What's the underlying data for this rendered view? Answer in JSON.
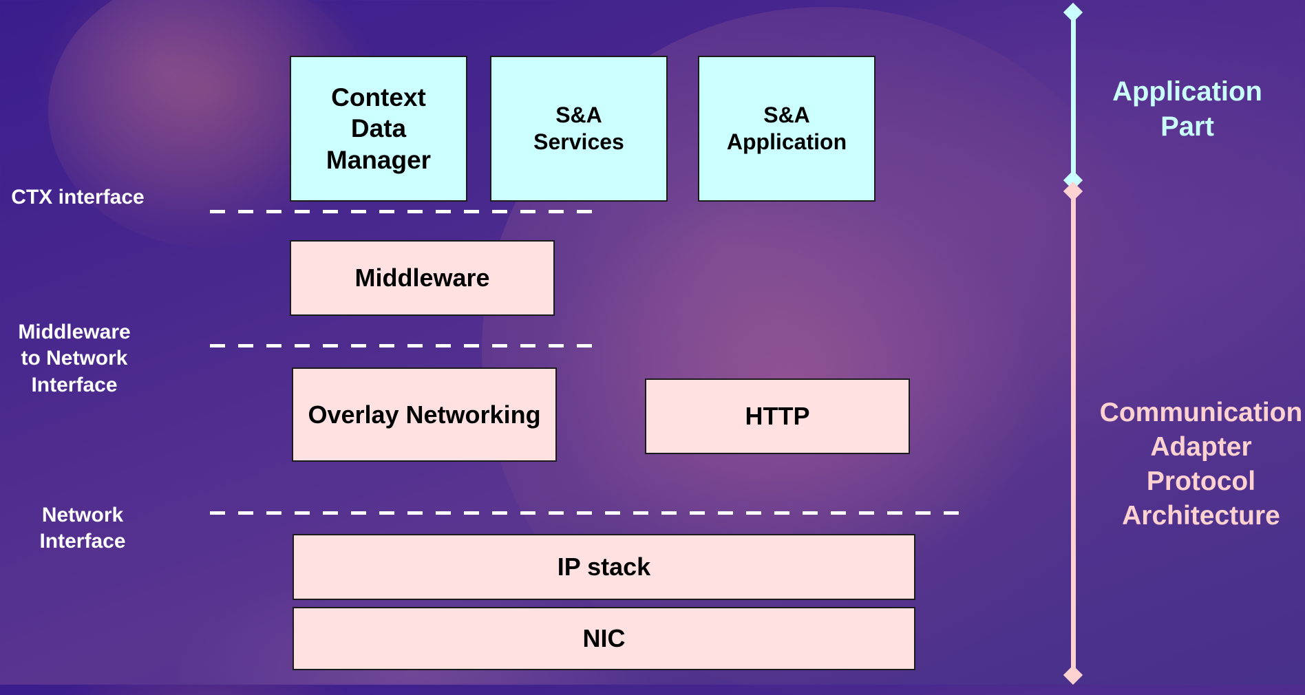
{
  "boxes": {
    "context_data_manager": "Context\nData\nManager",
    "sa_services": "S&A\nServices",
    "sa_application": "S&A\nApplication",
    "middleware": "Middleware",
    "overlay_networking": "Overlay Networking",
    "http": "HTTP",
    "ip_stack": "IP stack",
    "nic": "NIC"
  },
  "interfaces": {
    "ctx": "CTX interface",
    "middleware_to_network": "Middleware\nto Network\nInterface",
    "network": "Network\nInterface"
  },
  "parts": {
    "application": "Application\nPart",
    "communication": "Communication\nAdapter\nProtocol\nArchitecture"
  },
  "colors": {
    "application_layer": "#ccffff",
    "communication_layer": "#ffe1e1",
    "application_label": "#c9ffff",
    "communication_label": "#ffd2d2"
  }
}
